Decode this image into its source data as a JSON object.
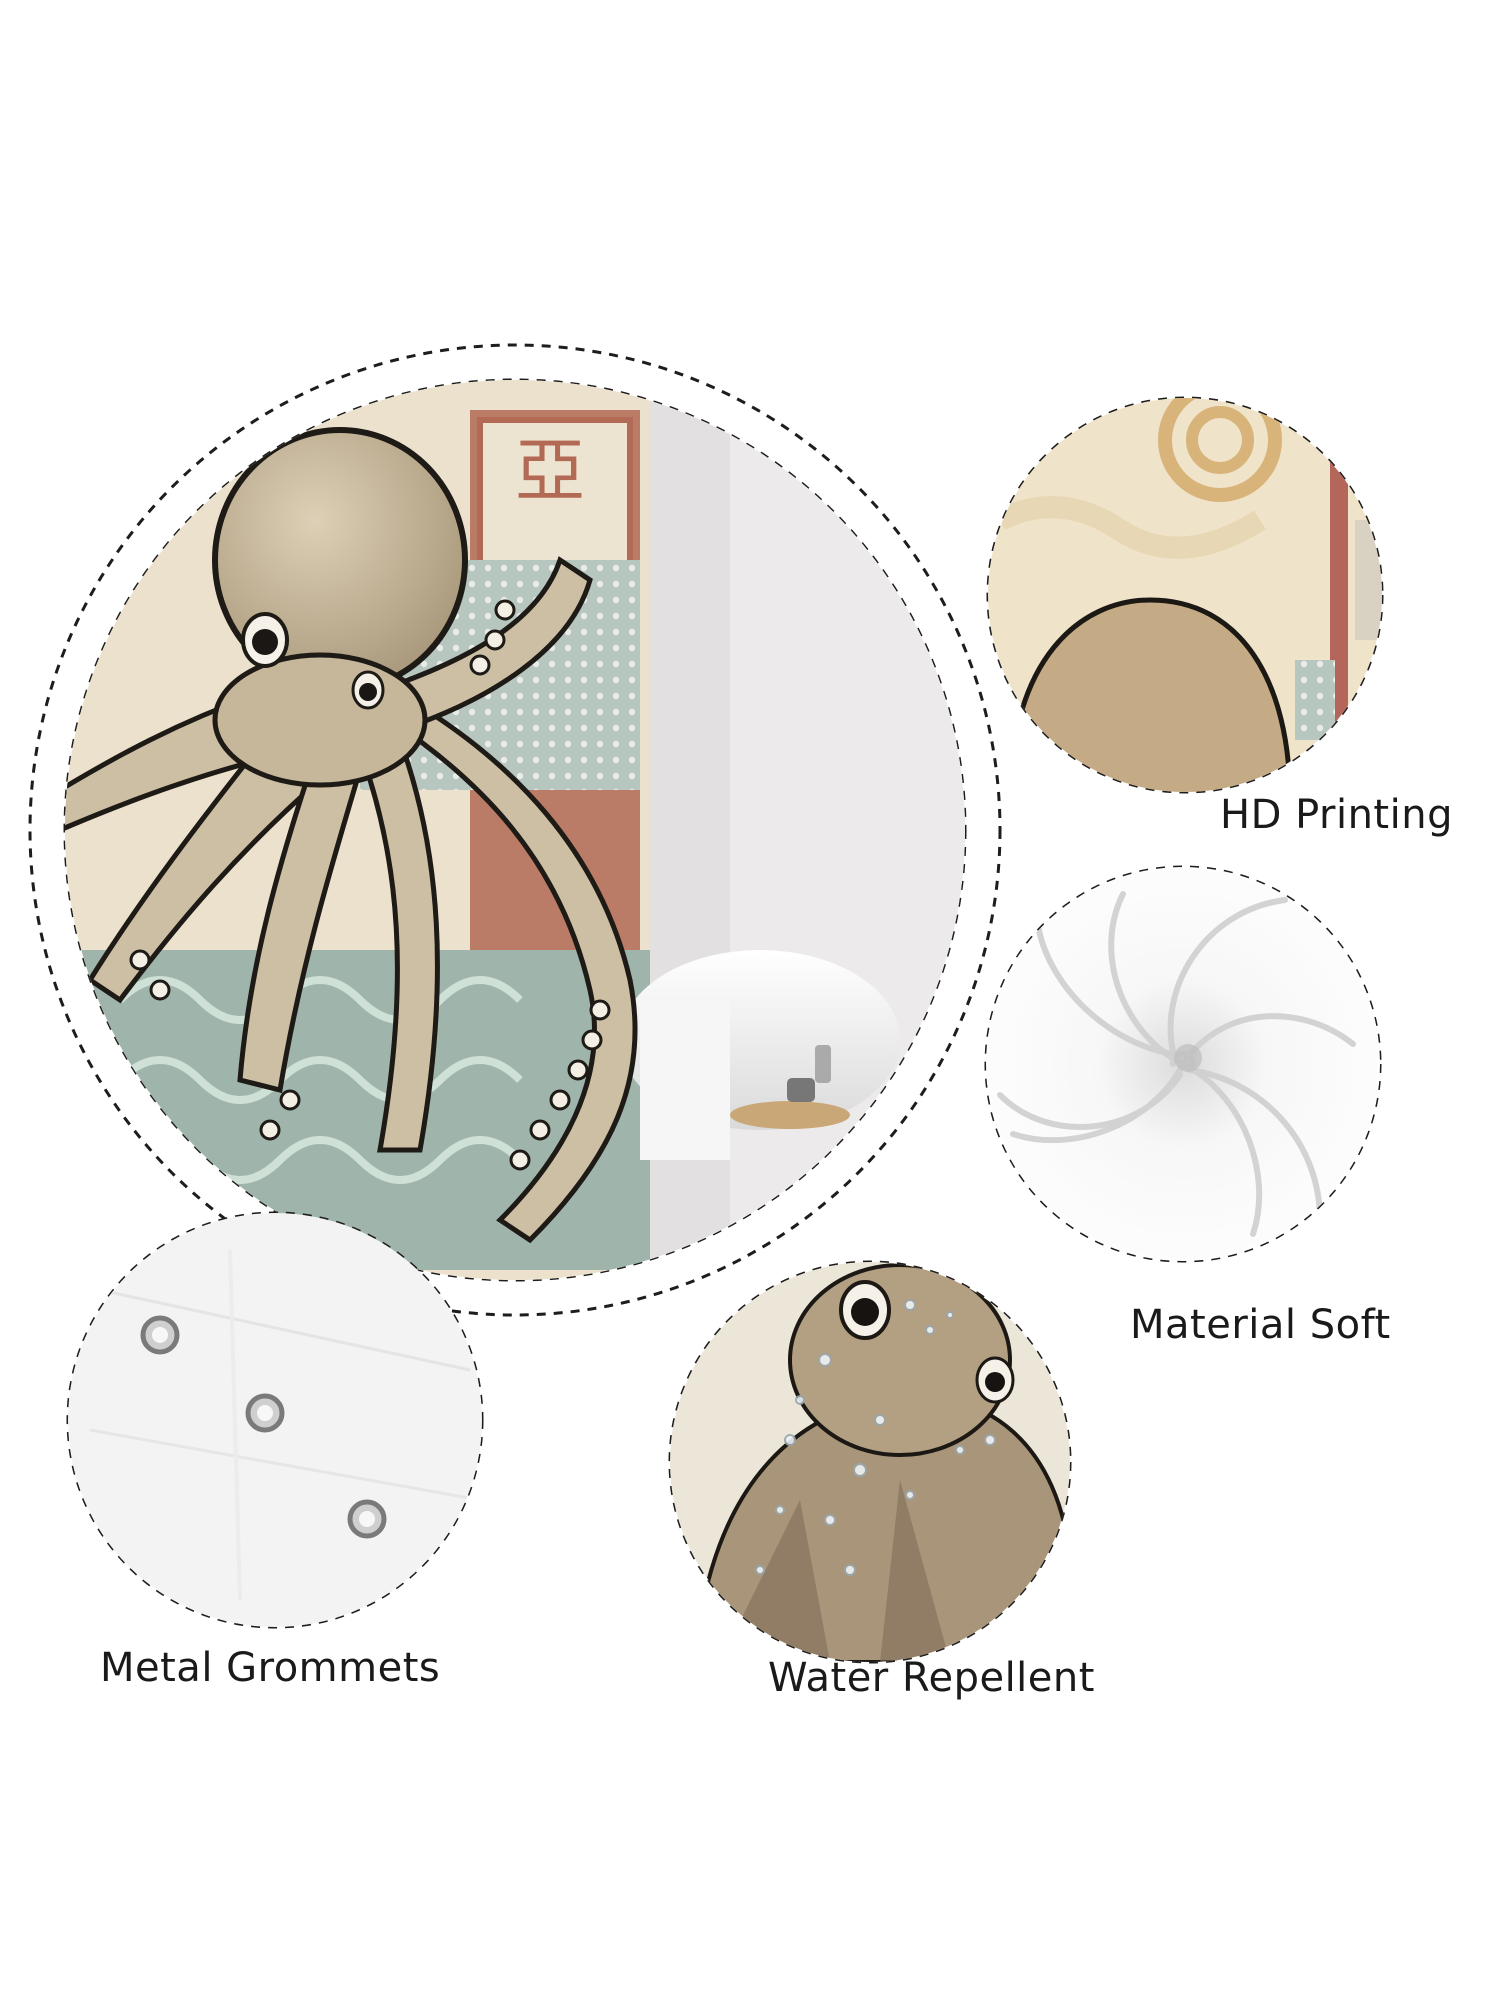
{
  "features": {
    "hd_printing": "HD Printing",
    "material_soft": "Material Soft",
    "metal_grommets": "Metal Grommets",
    "water_repellent": "Water Repellent"
  },
  "colors": {
    "octopus_body": "#c9b89a",
    "octopus_outline": "#1e1a16",
    "panel_rust": "#b36a55",
    "panel_sage": "#9fb5ab",
    "panel_cream": "#ece3d0",
    "fabric_white": "#f4f4f4"
  }
}
